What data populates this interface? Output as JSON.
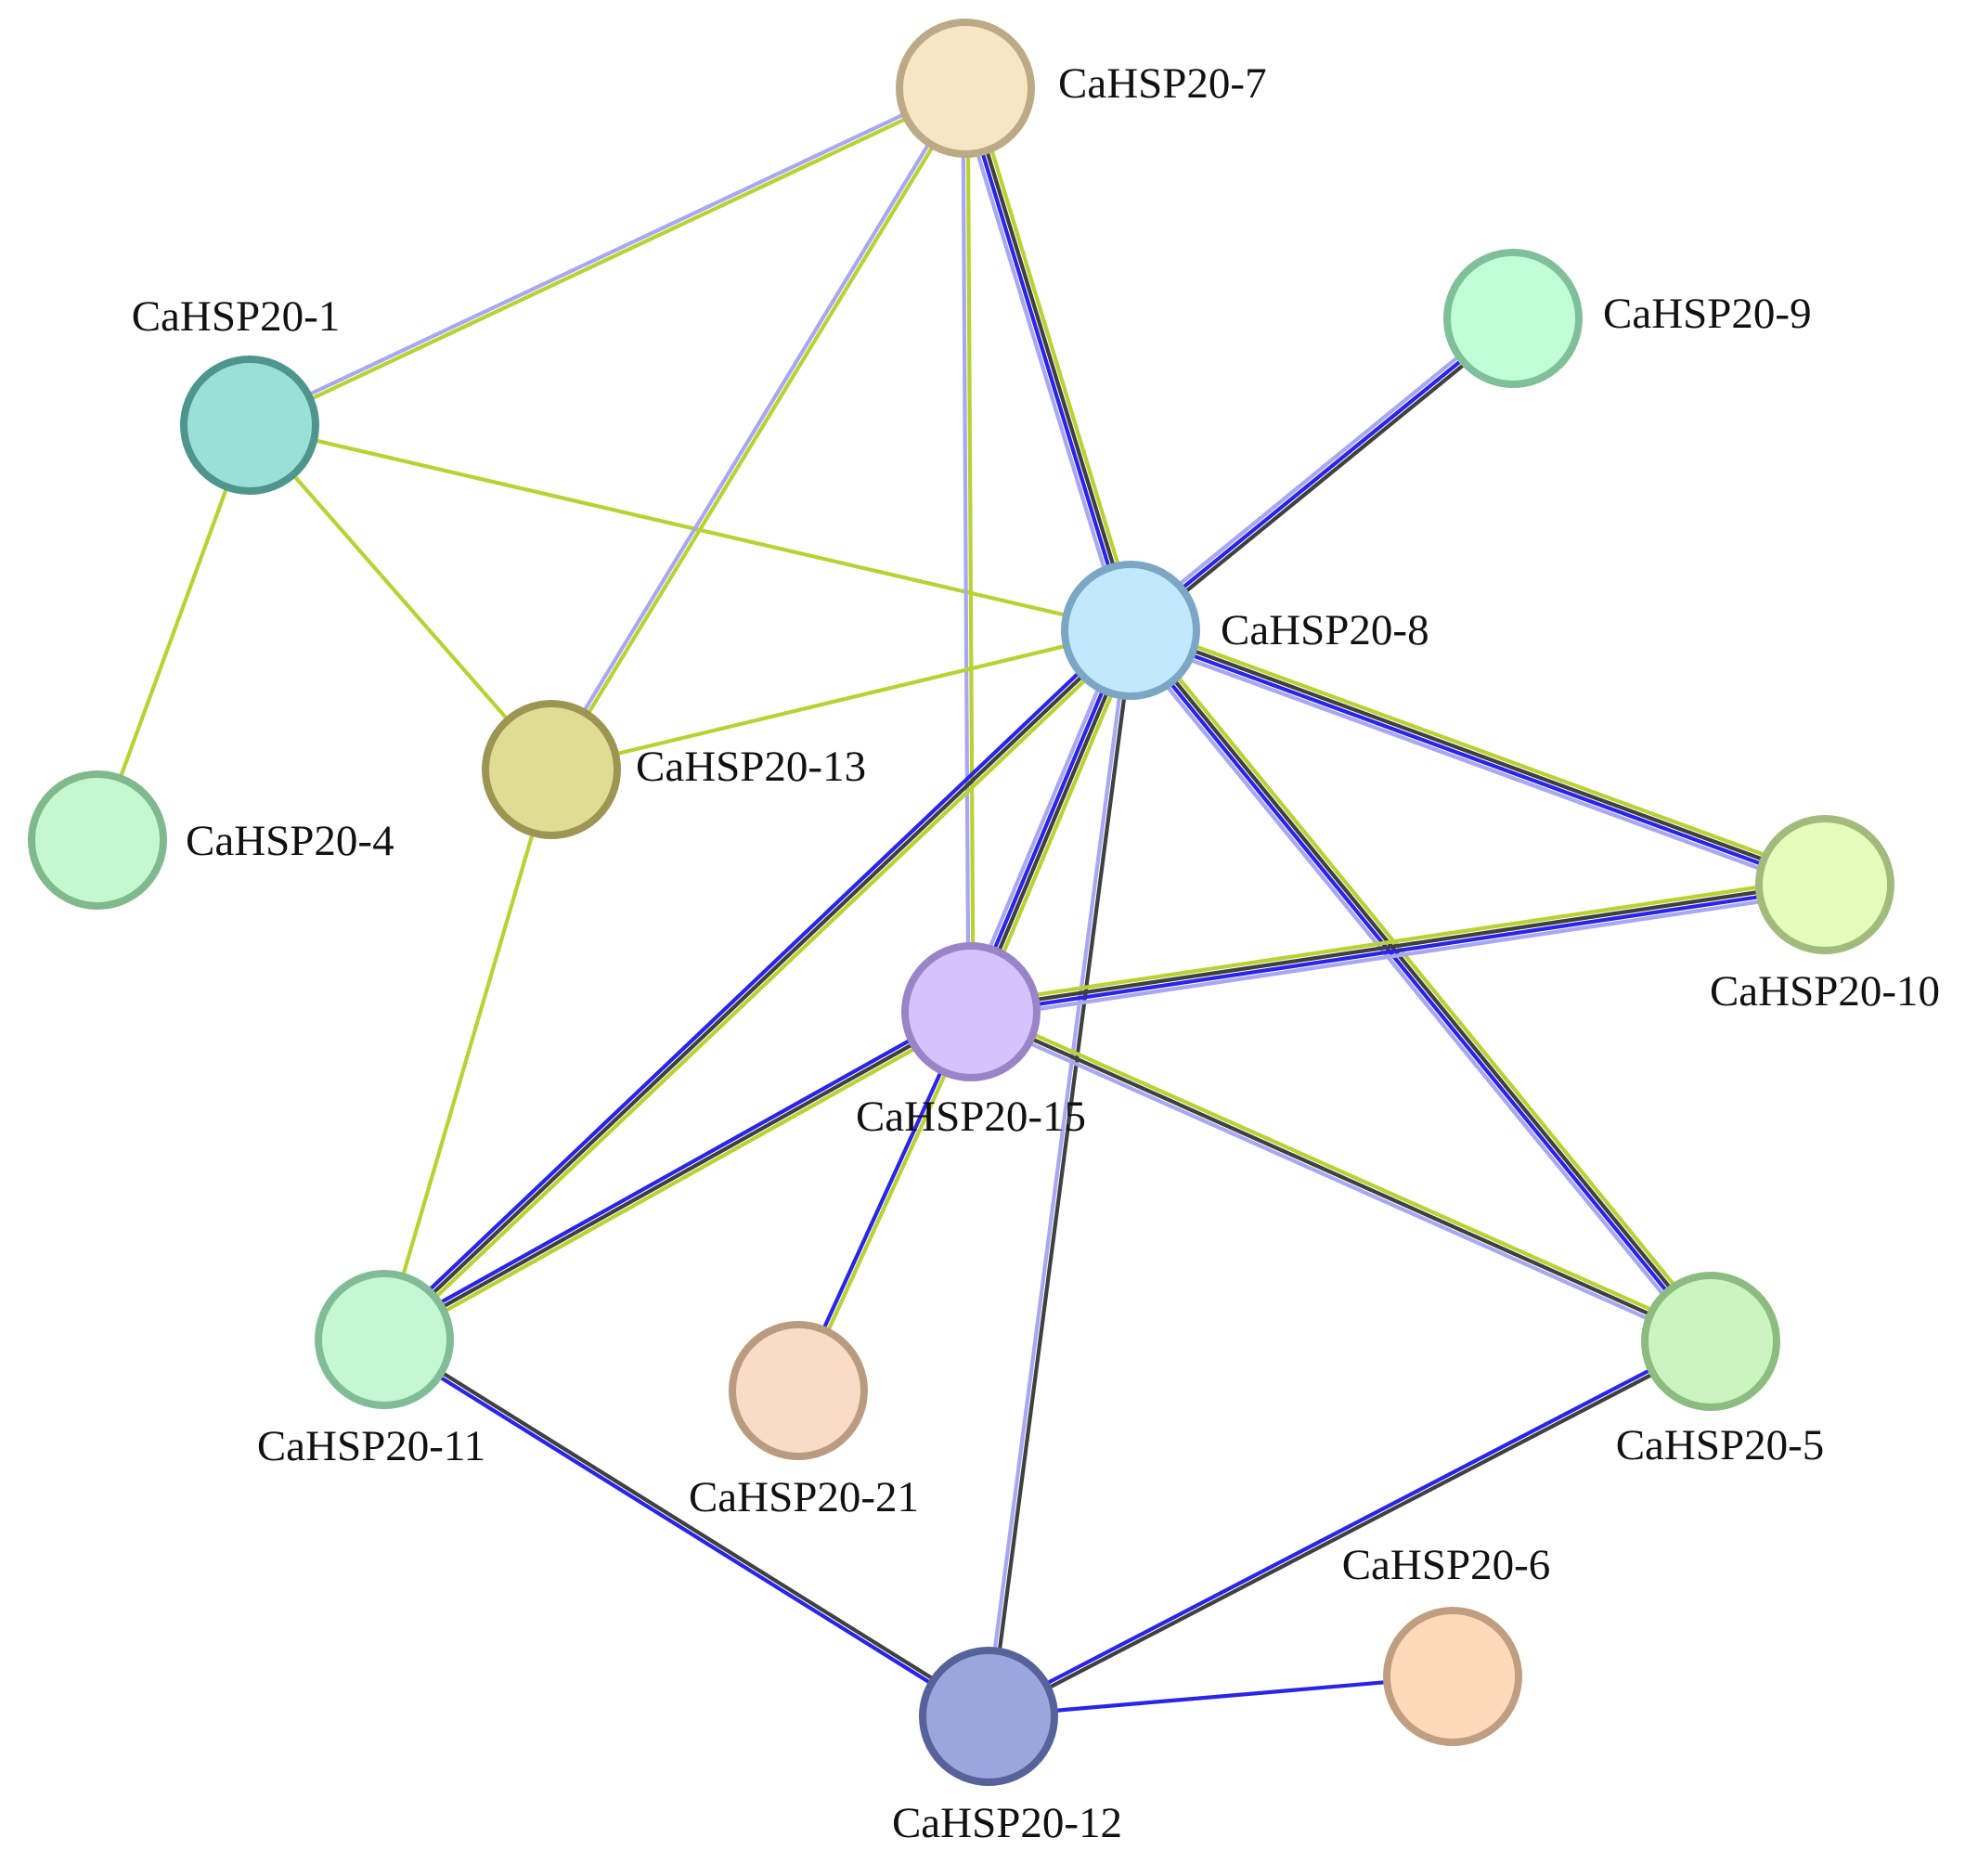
{
  "colors": {
    "experimental": "#2a25e6",
    "database": "#a9a7f0",
    "coexpression": "#404040",
    "textmining": "#b9d233"
  },
  "nodes": [
    {
      "id": "n7",
      "label": "CaHSP20-7",
      "fill": "#f8e5c4",
      "stroke": "#bca985"
    },
    {
      "id": "n1",
      "label": "CaHSP20-1",
      "fill": "#9be0d6",
      "stroke": "#4e958d"
    },
    {
      "id": "n9",
      "label": "CaHSP20-9",
      "fill": "#c1fed7",
      "stroke": "#7fbf99"
    },
    {
      "id": "n8",
      "label": "CaHSP20-8",
      "fill": "#c1e8fc",
      "stroke": "#7ba7c4"
    },
    {
      "id": "n13",
      "label": "CaHSP20-13",
      "fill": "#dfdc93",
      "stroke": "#9c9553"
    },
    {
      "id": "n4",
      "label": "CaHSP20-4",
      "fill": "#c6f8cf",
      "stroke": "#80b98c"
    },
    {
      "id": "n10",
      "label": "CaHSP20-10",
      "fill": "#e2feba",
      "stroke": "#a0bb7c"
    },
    {
      "id": "n15",
      "label": "CaHSP20-15",
      "fill": "#d5c3fc",
      "stroke": "#9a83c6"
    },
    {
      "id": "n11",
      "label": "CaHSP20-11",
      "fill": "#c5f7d5",
      "stroke": "#80bc96"
    },
    {
      "id": "n21",
      "label": "CaHSP20-21",
      "fill": "#f8dcc6",
      "stroke": "#bb9b80"
    },
    {
      "id": "n5",
      "label": "CaHSP20-5",
      "fill": "#cbf5bf",
      "stroke": "#8cbc80"
    },
    {
      "id": "n6",
      "label": "CaHSP20-6",
      "fill": "#fed9ba",
      "stroke": "#bf9e81"
    },
    {
      "id": "n12",
      "label": "CaHSP20-12",
      "fill": "#9aa7de",
      "stroke": "#56639a"
    }
  ],
  "edges": [
    {
      "from": "n1",
      "to": "n7",
      "types": [
        "database",
        "textmining"
      ]
    },
    {
      "from": "n1",
      "to": "n8",
      "types": [
        "textmining"
      ]
    },
    {
      "from": "n1",
      "to": "n13",
      "types": [
        "textmining"
      ]
    },
    {
      "from": "n1",
      "to": "n4",
      "types": [
        "textmining"
      ]
    },
    {
      "from": "n7",
      "to": "n13",
      "types": [
        "textmining",
        "database"
      ]
    },
    {
      "from": "n7",
      "to": "n15",
      "types": [
        "textmining",
        "database"
      ]
    },
    {
      "from": "n7",
      "to": "n8",
      "types": [
        "textmining",
        "coexpression",
        "experimental",
        "database"
      ]
    },
    {
      "from": "n9",
      "to": "n8",
      "types": [
        "coexpression",
        "experimental",
        "database"
      ]
    },
    {
      "from": "n13",
      "to": "n8",
      "types": [
        "textmining"
      ]
    },
    {
      "from": "n13",
      "to": "n11",
      "types": [
        "textmining"
      ]
    },
    {
      "from": "n8",
      "to": "n10",
      "types": [
        "textmining",
        "coexpression",
        "experimental",
        "database"
      ]
    },
    {
      "from": "n8",
      "to": "n15",
      "types": [
        "textmining",
        "coexpression",
        "experimental",
        "database"
      ]
    },
    {
      "from": "n8",
      "to": "n11",
      "types": [
        "textmining",
        "coexpression",
        "experimental"
      ]
    },
    {
      "from": "n8",
      "to": "n5",
      "types": [
        "textmining",
        "coexpression",
        "experimental",
        "database"
      ]
    },
    {
      "from": "n8",
      "to": "n12",
      "types": [
        "coexpression",
        "database"
      ]
    },
    {
      "from": "n15",
      "to": "n10",
      "types": [
        "textmining",
        "coexpression",
        "experimental",
        "database"
      ]
    },
    {
      "from": "n15",
      "to": "n11",
      "types": [
        "textmining",
        "coexpression",
        "experimental"
      ]
    },
    {
      "from": "n15",
      "to": "n5",
      "types": [
        "textmining",
        "coexpression",
        "database"
      ]
    },
    {
      "from": "n15",
      "to": "n21",
      "types": [
        "textmining",
        "experimental"
      ]
    },
    {
      "from": "n11",
      "to": "n12",
      "types": [
        "coexpression",
        "experimental"
      ]
    },
    {
      "from": "n5",
      "to": "n12",
      "types": [
        "coexpression",
        "experimental"
      ]
    },
    {
      "from": "n12",
      "to": "n6",
      "types": [
        "experimental"
      ]
    }
  ]
}
